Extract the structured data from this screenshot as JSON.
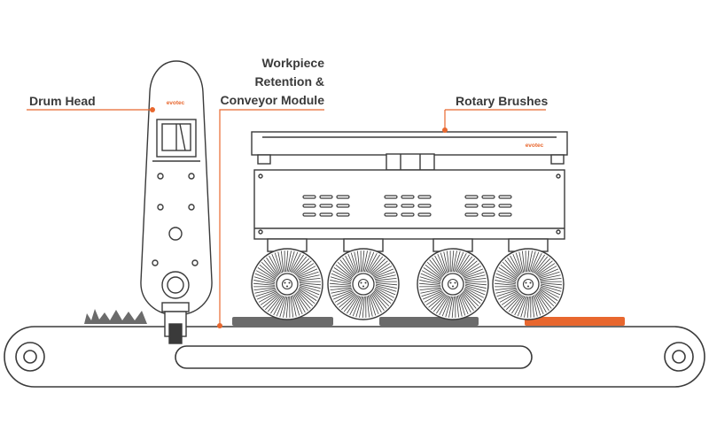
{
  "labels": {
    "drum_head": "Drum Head",
    "workpiece_line1": "Workpiece",
    "workpiece_line2": "Retention &",
    "workpiece_line3": "Conveyor Module",
    "rotary_brushes": "Rotary Brushes"
  },
  "brand": {
    "drum_logo": "evotec",
    "frame_logo": "evotec"
  },
  "colors": {
    "accent": "#e8672e",
    "line": "#3a3a3a",
    "workpiece_gray": "#6b6b6b",
    "background": "#ffffff"
  }
}
